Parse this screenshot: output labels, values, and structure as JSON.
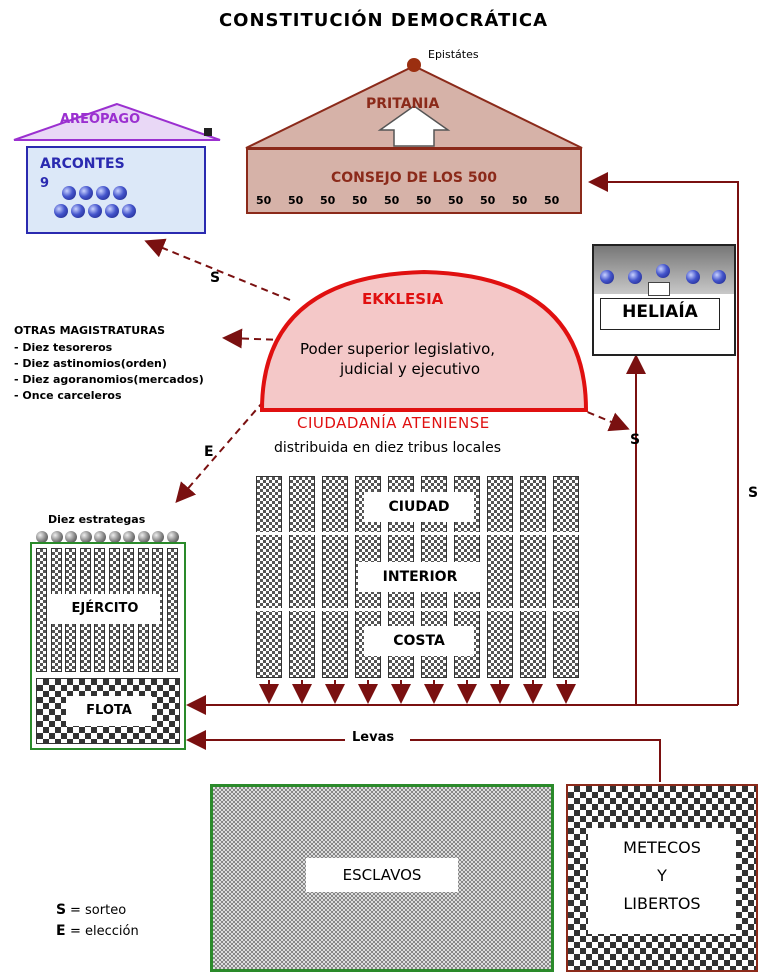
{
  "title": "CONSTITUCIÓN DEMOCRÁTICA",
  "epistates": "Epistátes",
  "pritania": "PRITANIA",
  "consejo": {
    "label": "CONSEJO DE LOS 500",
    "groups": [
      "50",
      "50",
      "50",
      "50",
      "50",
      "50",
      "50",
      "50",
      "50",
      "50"
    ]
  },
  "areopago": "AREOPAGO",
  "arcontes": {
    "label": "ARCONTES",
    "count": "9"
  },
  "ekklesia": {
    "label": "EKKLESIA",
    "line1": "Poder superior legislativo,",
    "line2": "judicial y ejecutivo"
  },
  "heliaia": "HELIAÍA",
  "otras": {
    "title": "OTRAS MAGISTRATURAS",
    "items": [
      "- Diez tesoreros",
      "- Diez astinomios(orden)",
      "- Diez agoranomios(mercados)",
      "- Once carceleros"
    ]
  },
  "ciudadania": {
    "title": "CIUDADANÍA ATENIENSE",
    "subtitle": "distribuida en diez tribus locales",
    "zones": [
      "CIUDAD",
      "INTERIOR",
      "COSTA"
    ]
  },
  "estrategas": "Diez estrategas",
  "ejercito": "EJÉRCITO",
  "flota": "FLOTA",
  "levas": "Levas",
  "esclavos": "ESCLAVOS",
  "metecos": {
    "line1": "METECOS",
    "line2": "Y",
    "line3": "LIBERTOS"
  },
  "arrow_labels": {
    "s_left": "S",
    "e_left": "E",
    "s_right_mid": "S",
    "s_far_right": "S"
  },
  "legend": {
    "s_key": "S",
    "s_text": "= sorteo",
    "e_key": "E",
    "e_text": "= elección"
  },
  "colors": {
    "arrow": "#7a1010",
    "ekklesia_red": "#e01010",
    "areopago_purple": "#9b30d0",
    "arcontes_blue": "#2a2ab0",
    "consejo_brown": "#8b2a1a",
    "ejercito_green": "#2a8a2a"
  }
}
